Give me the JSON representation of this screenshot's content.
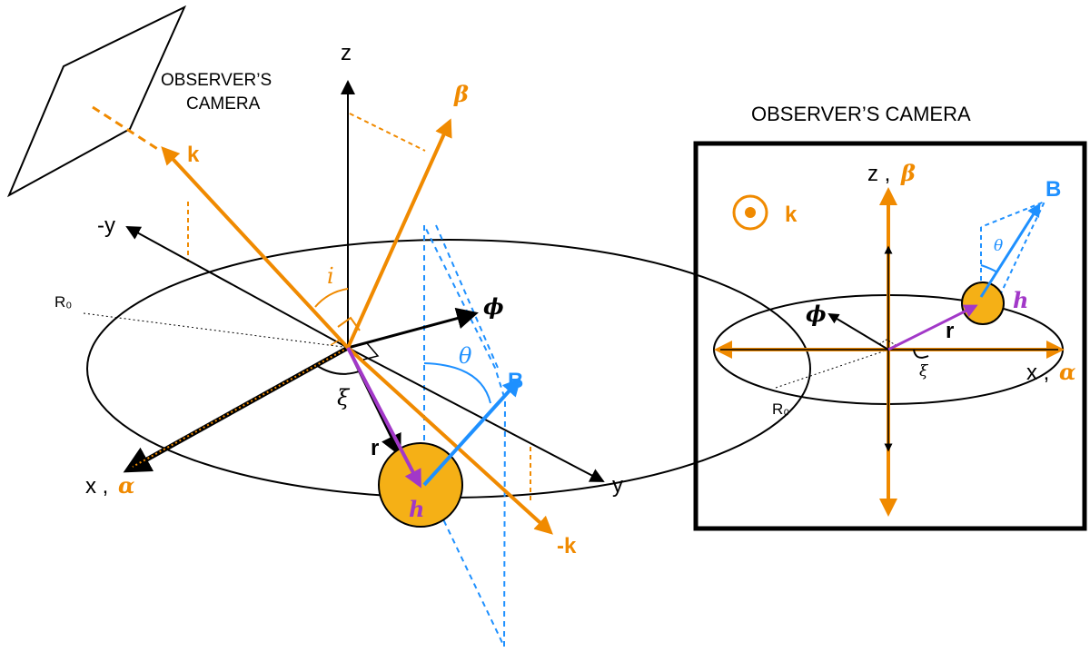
{
  "colors": {
    "orange": "#f08a00",
    "blue": "#1e90ff",
    "purple": "#a238c8",
    "ball": "#f5b016",
    "black": "#000000"
  },
  "left_panel": {
    "camera_caption_line1": "OBSERVER’S",
    "camera_caption_line2": "CAMERA",
    "labels": {
      "z": "z",
      "minus_y": "-y",
      "y": "y",
      "x": "x ,",
      "alpha": "α",
      "beta": "β",
      "k": "k",
      "minus_k": "-k",
      "i": "i",
      "theta": "θ",
      "xi": "ξ",
      "phi": "ϕ",
      "B": "B",
      "r": "r",
      "h": "h",
      "R0": "R₀"
    }
  },
  "right_panel": {
    "title": "OBSERVER’S CAMERA",
    "labels": {
      "z": "z ,",
      "beta": "β",
      "k": "k",
      "B": "B",
      "theta": "θ",
      "phi": "ϕ",
      "r": "r",
      "h": "h",
      "xi": "ξ",
      "x": "x ,",
      "alpha": "α",
      "R0": "R₀"
    }
  }
}
